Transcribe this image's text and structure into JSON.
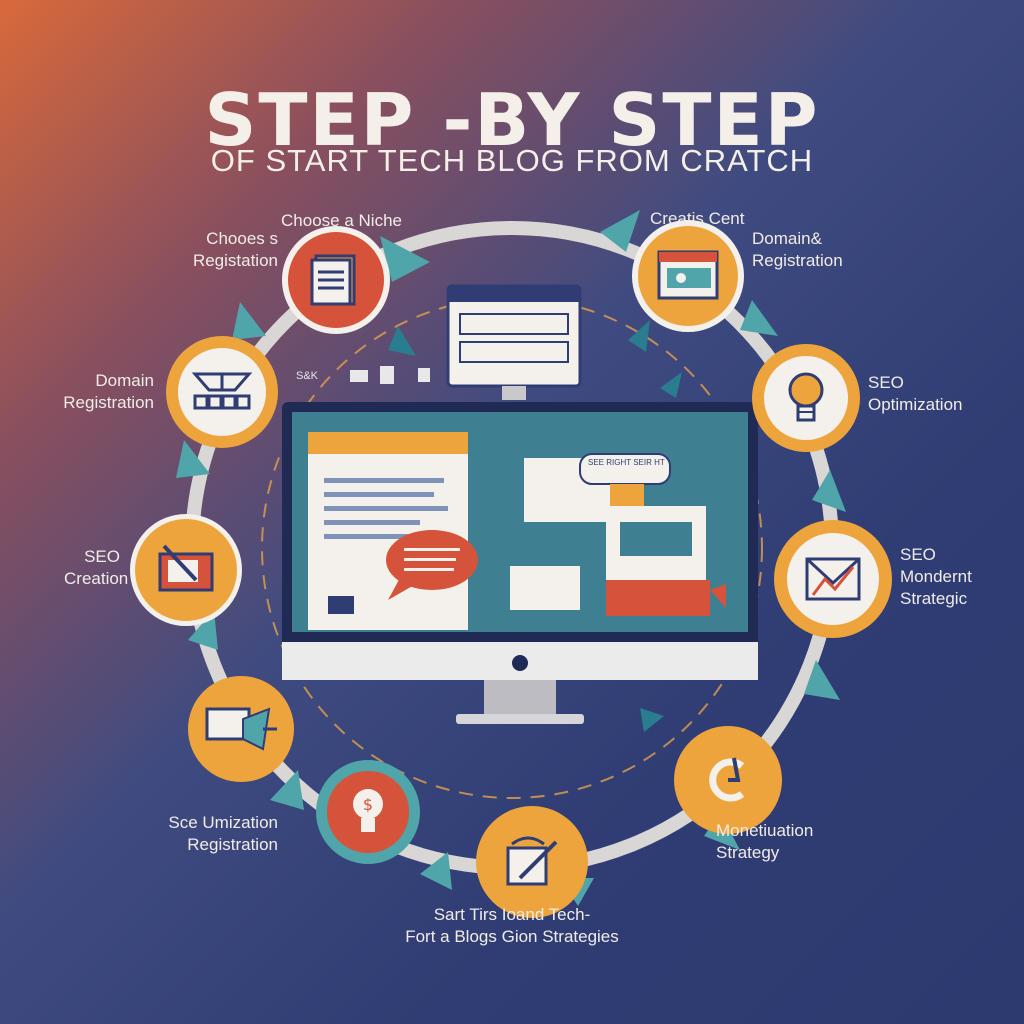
{
  "header": {
    "title": "STEP -BY STEP",
    "subtitle": "OF START TECH BLOG FROM CRATCH"
  },
  "steps": [
    {
      "line1": "Choose a Niche",
      "line2": "Chooes s",
      "line3": "Registation",
      "icon": "document-icon"
    },
    {
      "line1": "Creatis Cent",
      "line2": "Domain&",
      "line3": "Registration",
      "icon": "browser-window-icon"
    },
    {
      "line1": "Domain",
      "line2": "Registration",
      "icon": "sitemap-icon"
    },
    {
      "line1": "SEO",
      "line2": "Optimization",
      "icon": "lightbulb-icon"
    },
    {
      "line1": "SEO",
      "line2": "Creation",
      "icon": "folder-pen-icon"
    },
    {
      "line1": "SEO",
      "line2": "Mondernt",
      "line3": "Strategic",
      "icon": "chart-envelope-icon"
    },
    {
      "line1": "Sce Umization",
      "line2": "Registration",
      "icon": "megaphone-icon"
    },
    {
      "line1": "Monetiuation",
      "line2": "Strategy",
      "icon": "currency-icon"
    },
    {
      "line1": "Sart Tirs Ioand Tech-",
      "line2": "Fort a Blogs Gion Strategies",
      "icon": "edit-document-icon"
    }
  ],
  "screen": {
    "bubble_text": "SEE RIGHT SEIR HT",
    "top_small": "S&K"
  },
  "colors": {
    "orange": "#eea43c",
    "red": "#d5533a",
    "teal": "#4fa5a9",
    "navy": "#2f3d74",
    "white": "#f4f1ec"
  }
}
